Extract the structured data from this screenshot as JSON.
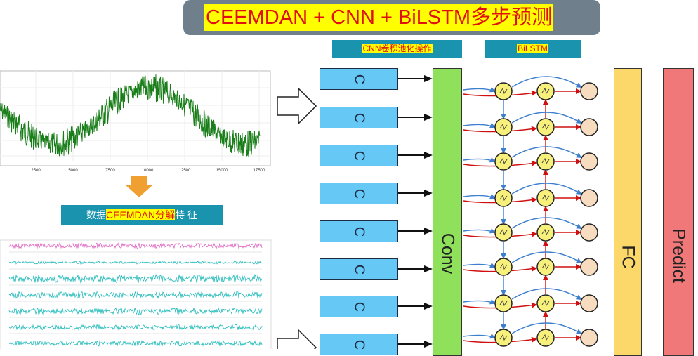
{
  "title": "CEEMDAN + CNN + BiLSTM多步预测",
  "headers": {
    "cnn": "CNN卷积池化操作",
    "bilstm": "BiLSTM"
  },
  "features": {
    "prefix": "数据",
    "highlight": "CEEMDAN分解",
    "suffix": "特 征"
  },
  "signal_plot": {
    "ticks": [
      "2500",
      "5000",
      "7500",
      "10000",
      "12500",
      "15000",
      "17500"
    ]
  },
  "conv_units": [
    "C",
    "C",
    "C",
    "C",
    "C",
    "C",
    "C",
    "C"
  ],
  "layers": {
    "conv": "Conv",
    "fc": "FC",
    "predict": "Predict"
  },
  "colors": {
    "title_bg": "#6f7f8c",
    "header_bg": "#1a93ae",
    "highlight": "#ffff00",
    "highlight_text": "#e01010",
    "signal": "#1a7f1a",
    "imf": "#19b8b8",
    "original": "#e060c0",
    "cbox": "#66c8f5",
    "conv": "#8fe05a",
    "fc": "#fcd86a",
    "predict": "#f07878",
    "node_yellow": "#f7f07a",
    "node_out": "#f7dcc0",
    "arrow_blue": "#3d7fcf",
    "arrow_red": "#d01010",
    "down_arrow": "#f0a030"
  }
}
